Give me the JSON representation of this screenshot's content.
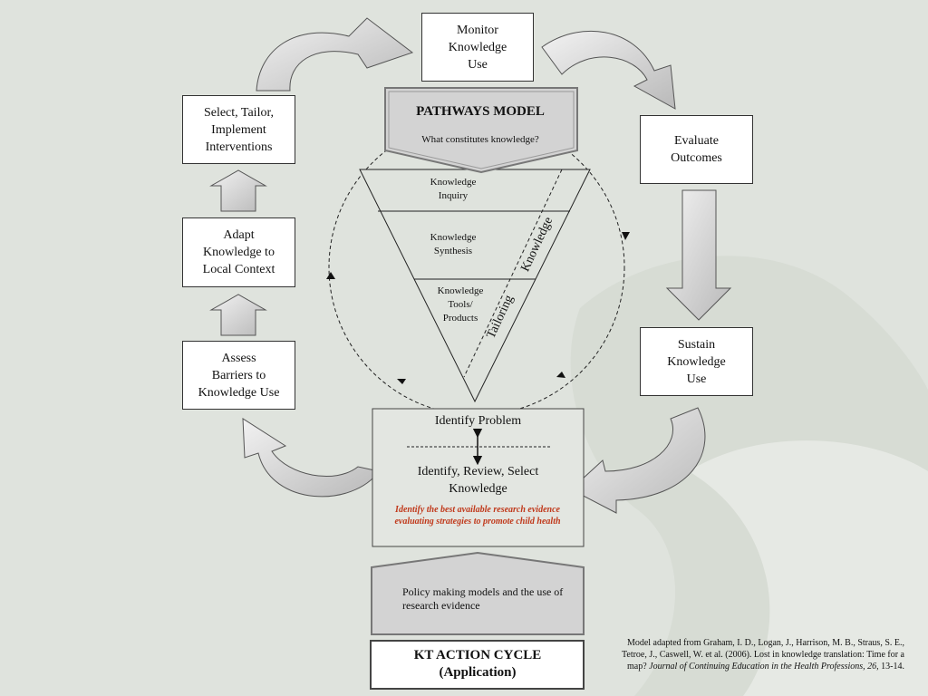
{
  "boxes": {
    "monitor": "Monitor\nKnowledge\nUse",
    "select": "Select, Tailor,\nImplement\nInterventions",
    "evaluate": "Evaluate\nOutcomes",
    "adapt": "Adapt\nKnowledge to\nLocal Context",
    "assess": "Assess\nBarriers to\nKnowledge Use",
    "sustain": "Sustain\nKnowledge\nUse"
  },
  "pathways": {
    "title": "PATHWAYS MODEL",
    "subtitle": "What constitutes knowledge?"
  },
  "triangle": {
    "inquiry": "Knowledge\nInquiry",
    "synthesis": "Knowledge\nSynthesis",
    "tools": "Knowledge\nTools/\nProducts",
    "tailoring": "Tailoring",
    "knowledge": "Knowledge"
  },
  "center": {
    "identify_problem": "Identify Problem",
    "identify_review": "Identify, Review, Select\nKnowledge",
    "highlight": "Identify the best available research evidence evaluating strategies to promote child health",
    "highlight_color": "#c0391b"
  },
  "policy": "Policy making models and the use of research evidence",
  "kt": {
    "title": "KT ACTION CYCLE",
    "subtitle": "(Application)"
  },
  "citation": {
    "part1": "Model adapted from Graham, I. D., Logan, J., Harrison, M. B., Straus, S. E., Tetroe, J., Caswell, W. et al. (2006). Lost in knowledge translation: Time for a map? ",
    "journal": "Journal of Continuing Education in the Health Professions, 26,",
    "part2": " 13-14."
  },
  "colors": {
    "background": "#dfe3dd",
    "arrow_fill": "#cfcfcf",
    "panel_fill": "#d3d3d3"
  }
}
